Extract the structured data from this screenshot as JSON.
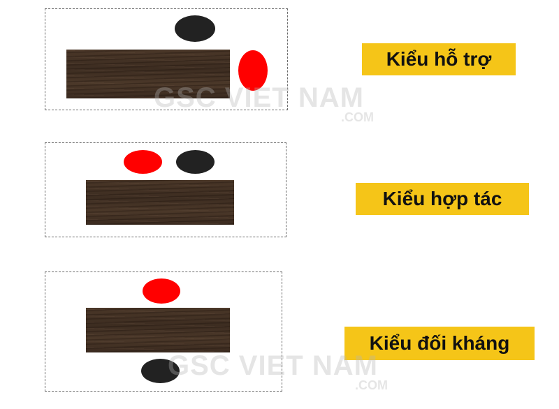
{
  "layouts": [
    {
      "id": "support",
      "label": "Kiểu hỗ trợ"
    },
    {
      "id": "cooperation",
      "label": "Kiểu hợp tác"
    },
    {
      "id": "competition",
      "label": "Kiểu đối kháng"
    }
  ],
  "watermark": {
    "text": "GSC VIET NAM",
    "sub": ".COM"
  },
  "colors": {
    "label_bg": "#f5c518",
    "red_seat": "#ff0000",
    "black_seat": "#222222",
    "table": "#3d2d21",
    "border": "#6b6b6b"
  }
}
